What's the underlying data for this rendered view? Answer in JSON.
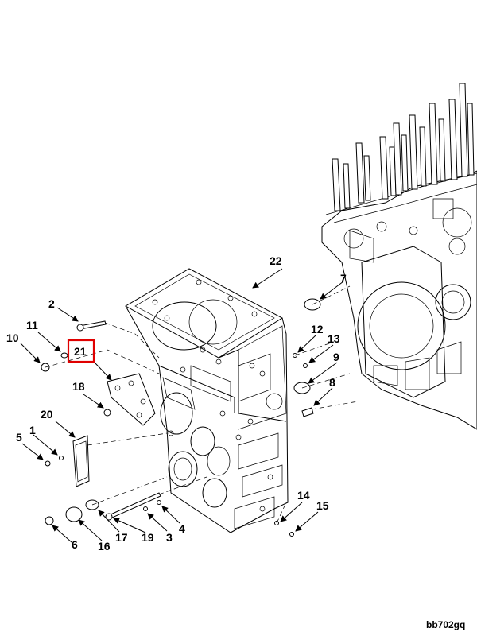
{
  "diagram": {
    "drawing_id": "bb702gq",
    "highlight_color": "#e00000",
    "callouts": [
      {
        "id": "c1",
        "label": "1"
      },
      {
        "id": "c2",
        "label": "2"
      },
      {
        "id": "c3",
        "label": "3"
      },
      {
        "id": "c4",
        "label": "4"
      },
      {
        "id": "c5",
        "label": "5"
      },
      {
        "id": "c6",
        "label": "6"
      },
      {
        "id": "c7",
        "label": "7"
      },
      {
        "id": "c8",
        "label": "8"
      },
      {
        "id": "c9",
        "label": "9"
      },
      {
        "id": "c10",
        "label": "10"
      },
      {
        "id": "c11",
        "label": "11"
      },
      {
        "id": "c12",
        "label": "12"
      },
      {
        "id": "c13",
        "label": "13"
      },
      {
        "id": "c14",
        "label": "14"
      },
      {
        "id": "c15",
        "label": "15"
      },
      {
        "id": "c16",
        "label": "16"
      },
      {
        "id": "c17",
        "label": "17"
      },
      {
        "id": "c18",
        "label": "18"
      },
      {
        "id": "c19",
        "label": "19"
      },
      {
        "id": "c20",
        "label": "20"
      },
      {
        "id": "c21",
        "label": "21",
        "highlighted": true
      },
      {
        "id": "c22",
        "label": "22"
      }
    ]
  }
}
